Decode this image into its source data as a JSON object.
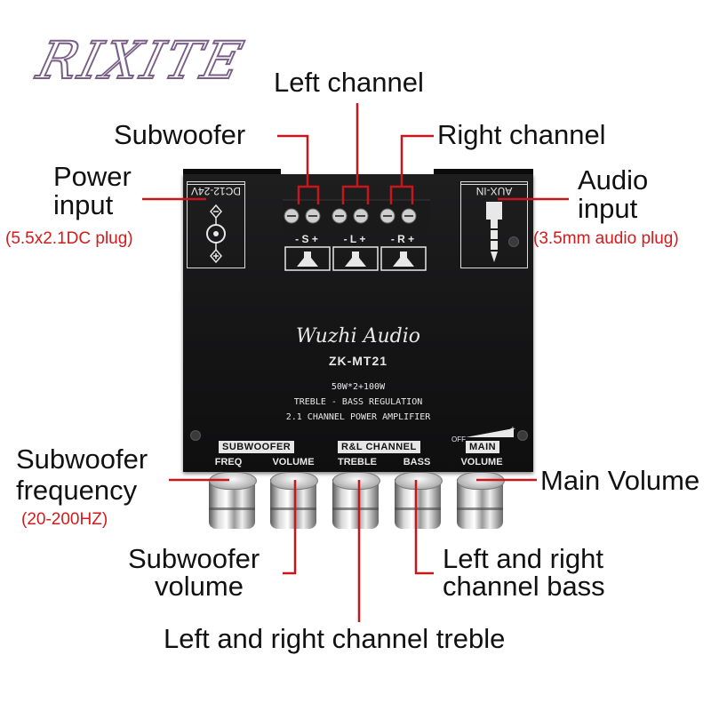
{
  "brand": "RIXITE",
  "labels": {
    "left_channel": "Left channel",
    "subwoofer": "Subwoofer",
    "right_channel": "Right channel",
    "power_input_1": "Power",
    "power_input_2": "input",
    "power_input_note": "(5.5x2.1DC plug)",
    "audio_input_1": "Audio",
    "audio_input_2": "input",
    "audio_input_note": "(3.5mm audio plug)",
    "sub_freq_1": "Subwoofer",
    "sub_freq_2": "frequency",
    "sub_freq_note": "(20-200HZ)",
    "main_volume": "Main Volume",
    "sub_volume_1": "Subwoofer",
    "sub_volume_2": "volume",
    "lr_bass_1": "Left and right",
    "lr_bass_2": "channel bass",
    "lr_treble": "Left and right channel treble"
  },
  "board": {
    "dc_label": "DC12-24V",
    "aux_label": "AUX-IN",
    "terminal_s": "- S +",
    "terminal_l": "- L +",
    "terminal_r": "- R +",
    "logo": "Wuzhi Audio",
    "model": "ZK-MT21",
    "spec_power": "50W*2+100W",
    "spec_reg": "TREBLE - BASS REGULATION",
    "spec_type": "2.1 CHANNEL POWER AMPLIFIER",
    "tag_subwoofer": "SUBWOOFER",
    "tag_rl": "R&L CHANNEL",
    "tag_main": "MAIN",
    "off": "OFF",
    "knob_freq": "FREQ",
    "knob_sub_vol": "VOLUME",
    "knob_treble": "TREBLE",
    "knob_bass": "BASS",
    "knob_main_vol": "VOLUME"
  },
  "colors": {
    "callout_line": "#c8161d",
    "note_text": "#d01c1c",
    "board": "#151516"
  }
}
